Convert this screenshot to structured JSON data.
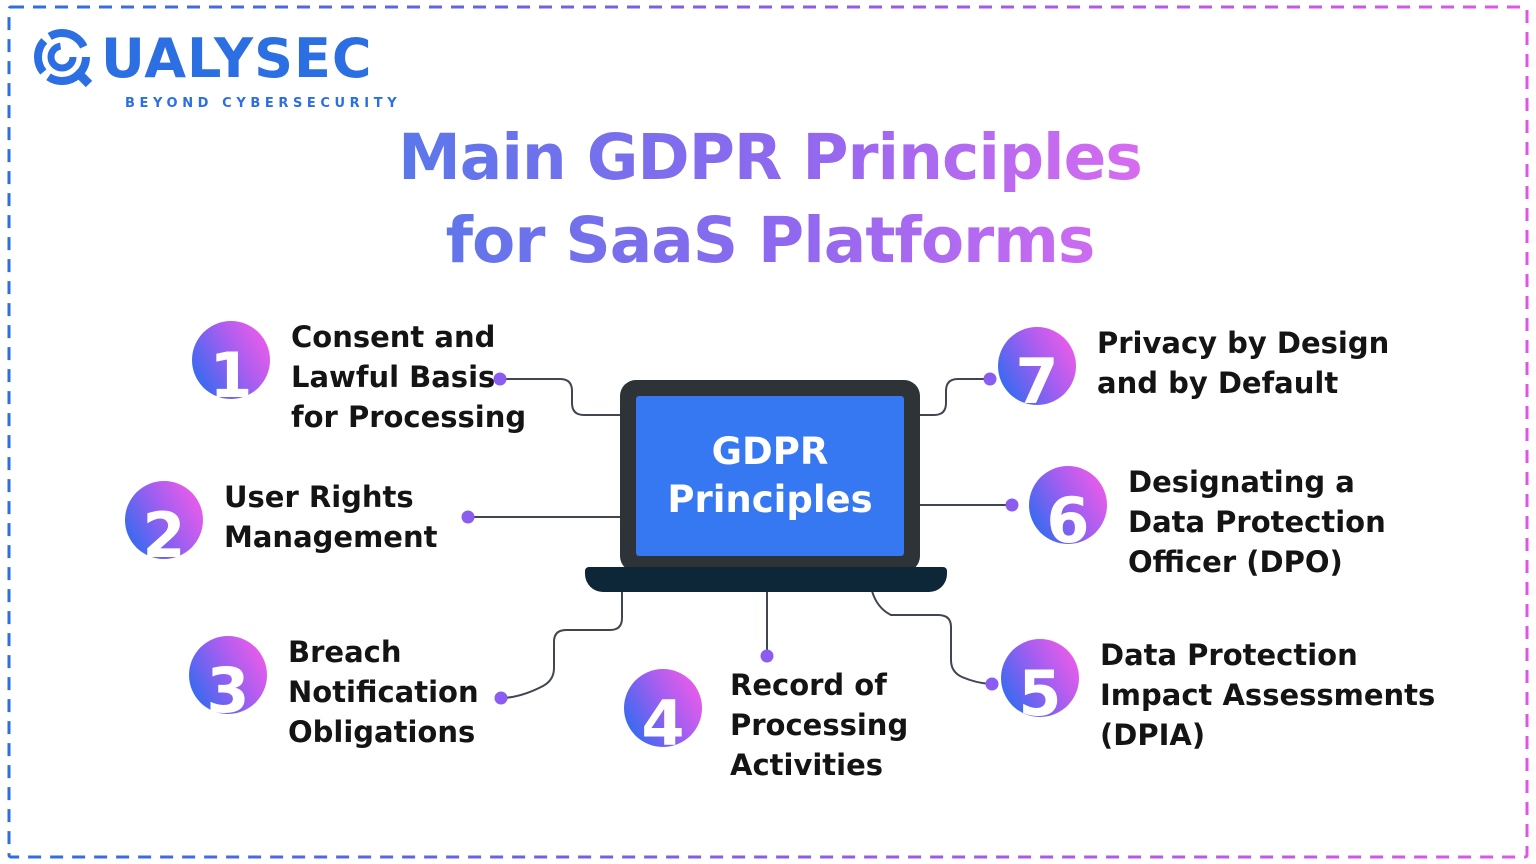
{
  "page": {
    "background": "#ffffff",
    "border_gradient": [
      "#2b6fe3",
      "#8a5ce8",
      "#e055e8"
    ]
  },
  "logo": {
    "brand": "QUALYSEC",
    "brand_rest": "UALYSEC",
    "tagline": "BEYOND CYBERSECURITY",
    "color": "#2b6fe3"
  },
  "title": {
    "line1": "Main GDPR Principles",
    "line2": "for SaaS Platforms",
    "gradient": [
      "#4a7ce9",
      "#9168ef",
      "#ef6df1"
    ]
  },
  "center": {
    "screen_title": "GDPR\nPrinciples",
    "screen_color": "#3677f2",
    "frame_color": "#2e3338",
    "base_color": "#0d2738"
  },
  "items": [
    {
      "number": "1",
      "label": "Consent and\nLawful Basis\nfor Processing"
    },
    {
      "number": "2",
      "label": "User Rights\nManagement"
    },
    {
      "number": "3",
      "label": "Breach\nNotification\nObligations"
    },
    {
      "number": "4",
      "label": "Record of\nProcessing\nActivities"
    },
    {
      "number": "5",
      "label": "Data Protection\nImpact Assessments\n(DPIA)"
    },
    {
      "number": "6",
      "label": "Designating a\nData Protection\nOfficer (DPO)"
    },
    {
      "number": "7",
      "label": "Privacy by Design\nand by Default"
    }
  ],
  "style": {
    "badge_gradient": [
      "#2e6bf0",
      "#a45ef0",
      "#f05ce9"
    ],
    "dot_color": "#8a5cf0",
    "line_color": "#41454f",
    "text_color": "#141414"
  }
}
